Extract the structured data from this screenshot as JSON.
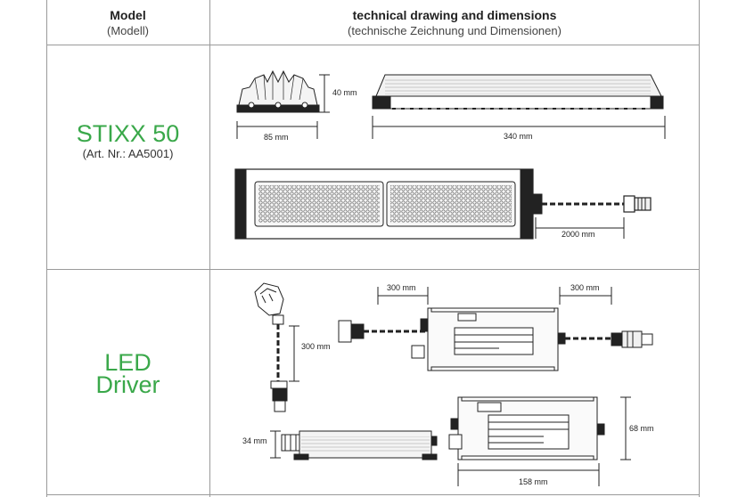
{
  "header": {
    "model_title": "Model",
    "model_subtitle": "(Modell)",
    "drawing_title": "technical drawing and dimensions",
    "drawing_subtitle": "(technische Zeichnung und Dimensionen)"
  },
  "rows": [
    {
      "name": "STIXX 50",
      "article": "(Art. Nr.: AA5001)",
      "dimensions": {
        "height": "40 mm",
        "width": "85 mm",
        "length": "340 mm",
        "cable": "2000 mm"
      }
    },
    {
      "name_line1": "LED",
      "name_line2": "Driver",
      "dimensions": {
        "input_cable": "300 mm",
        "output_cable": "300 mm",
        "plug_cable": "300 mm",
        "driver_height": "34 mm",
        "driver_depth": "68 mm",
        "driver_length": "158 mm"
      }
    }
  ],
  "colors": {
    "model_green": "#3aa84a",
    "grid_line": "#9a9a9a",
    "drawing_stroke": "#222222"
  }
}
